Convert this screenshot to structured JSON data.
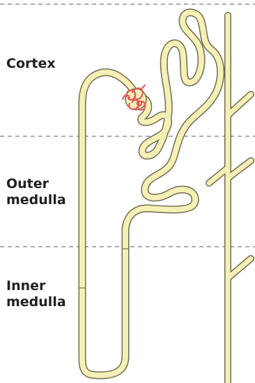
{
  "zones": {
    "cortex": [
      "Cortex"
    ],
    "outer_medulla": [
      "Outer",
      "medulla"
    ],
    "inner_medulla": [
      "Inner",
      "medulla"
    ]
  },
  "colors": {
    "tubule_fill": "#f6f0b6",
    "tubule_outline": "#6f6c50",
    "glomerulus": "#e05b5b",
    "boundary_line": "#7a7a7a",
    "label_text": "#231f20"
  },
  "icons": {
    "glomerulus": "glomerulus-icon",
    "nephron": "nephron-tubule-icon",
    "collecting_duct": "collecting-duct-icon"
  }
}
